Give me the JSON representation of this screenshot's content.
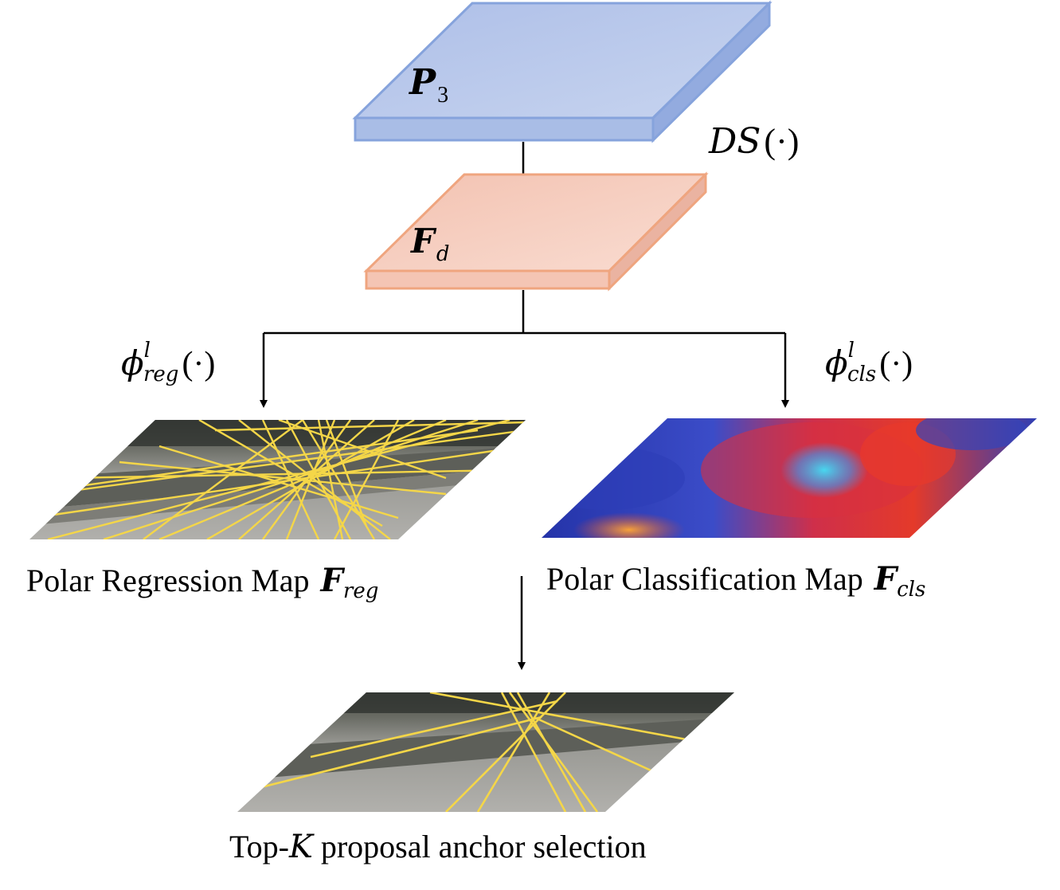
{
  "nodes": {
    "p3": {
      "symbol": "P",
      "sub": "3"
    },
    "fd": {
      "symbol": "F",
      "sub": "d"
    },
    "reg_map": {
      "caption": "Polar Regression Map",
      "symbol": "F",
      "sub": "reg"
    },
    "cls_map": {
      "caption": "Polar Classification Map",
      "symbol": "F",
      "sub": "cls"
    },
    "topk": {
      "caption_pre": "Top-",
      "caption_k": "K",
      "caption_post": " proposal anchor selection"
    }
  },
  "ops": {
    "ds": {
      "name": "DS",
      "arg": "(·)"
    },
    "phi_reg": {
      "name": "ϕ",
      "sup": "l",
      "sub": "reg",
      "arg": "(·)"
    },
    "phi_cls": {
      "name": "ϕ",
      "sup": "l",
      "sub": "cls",
      "arg": "(·)"
    }
  },
  "colors": {
    "p3_top": "#b9c9ea",
    "p3_side": "#9fb5e3",
    "p3_edge": "#86a3dc",
    "fd_top": "#f6cdbf",
    "fd_side": "#f1b8a4",
    "fd_edge": "#efa57f",
    "lane_line": "#f4d648",
    "road": "#8e8e8a",
    "heat_blue": "#2b3fb8",
    "heat_red": "#e2322a"
  }
}
